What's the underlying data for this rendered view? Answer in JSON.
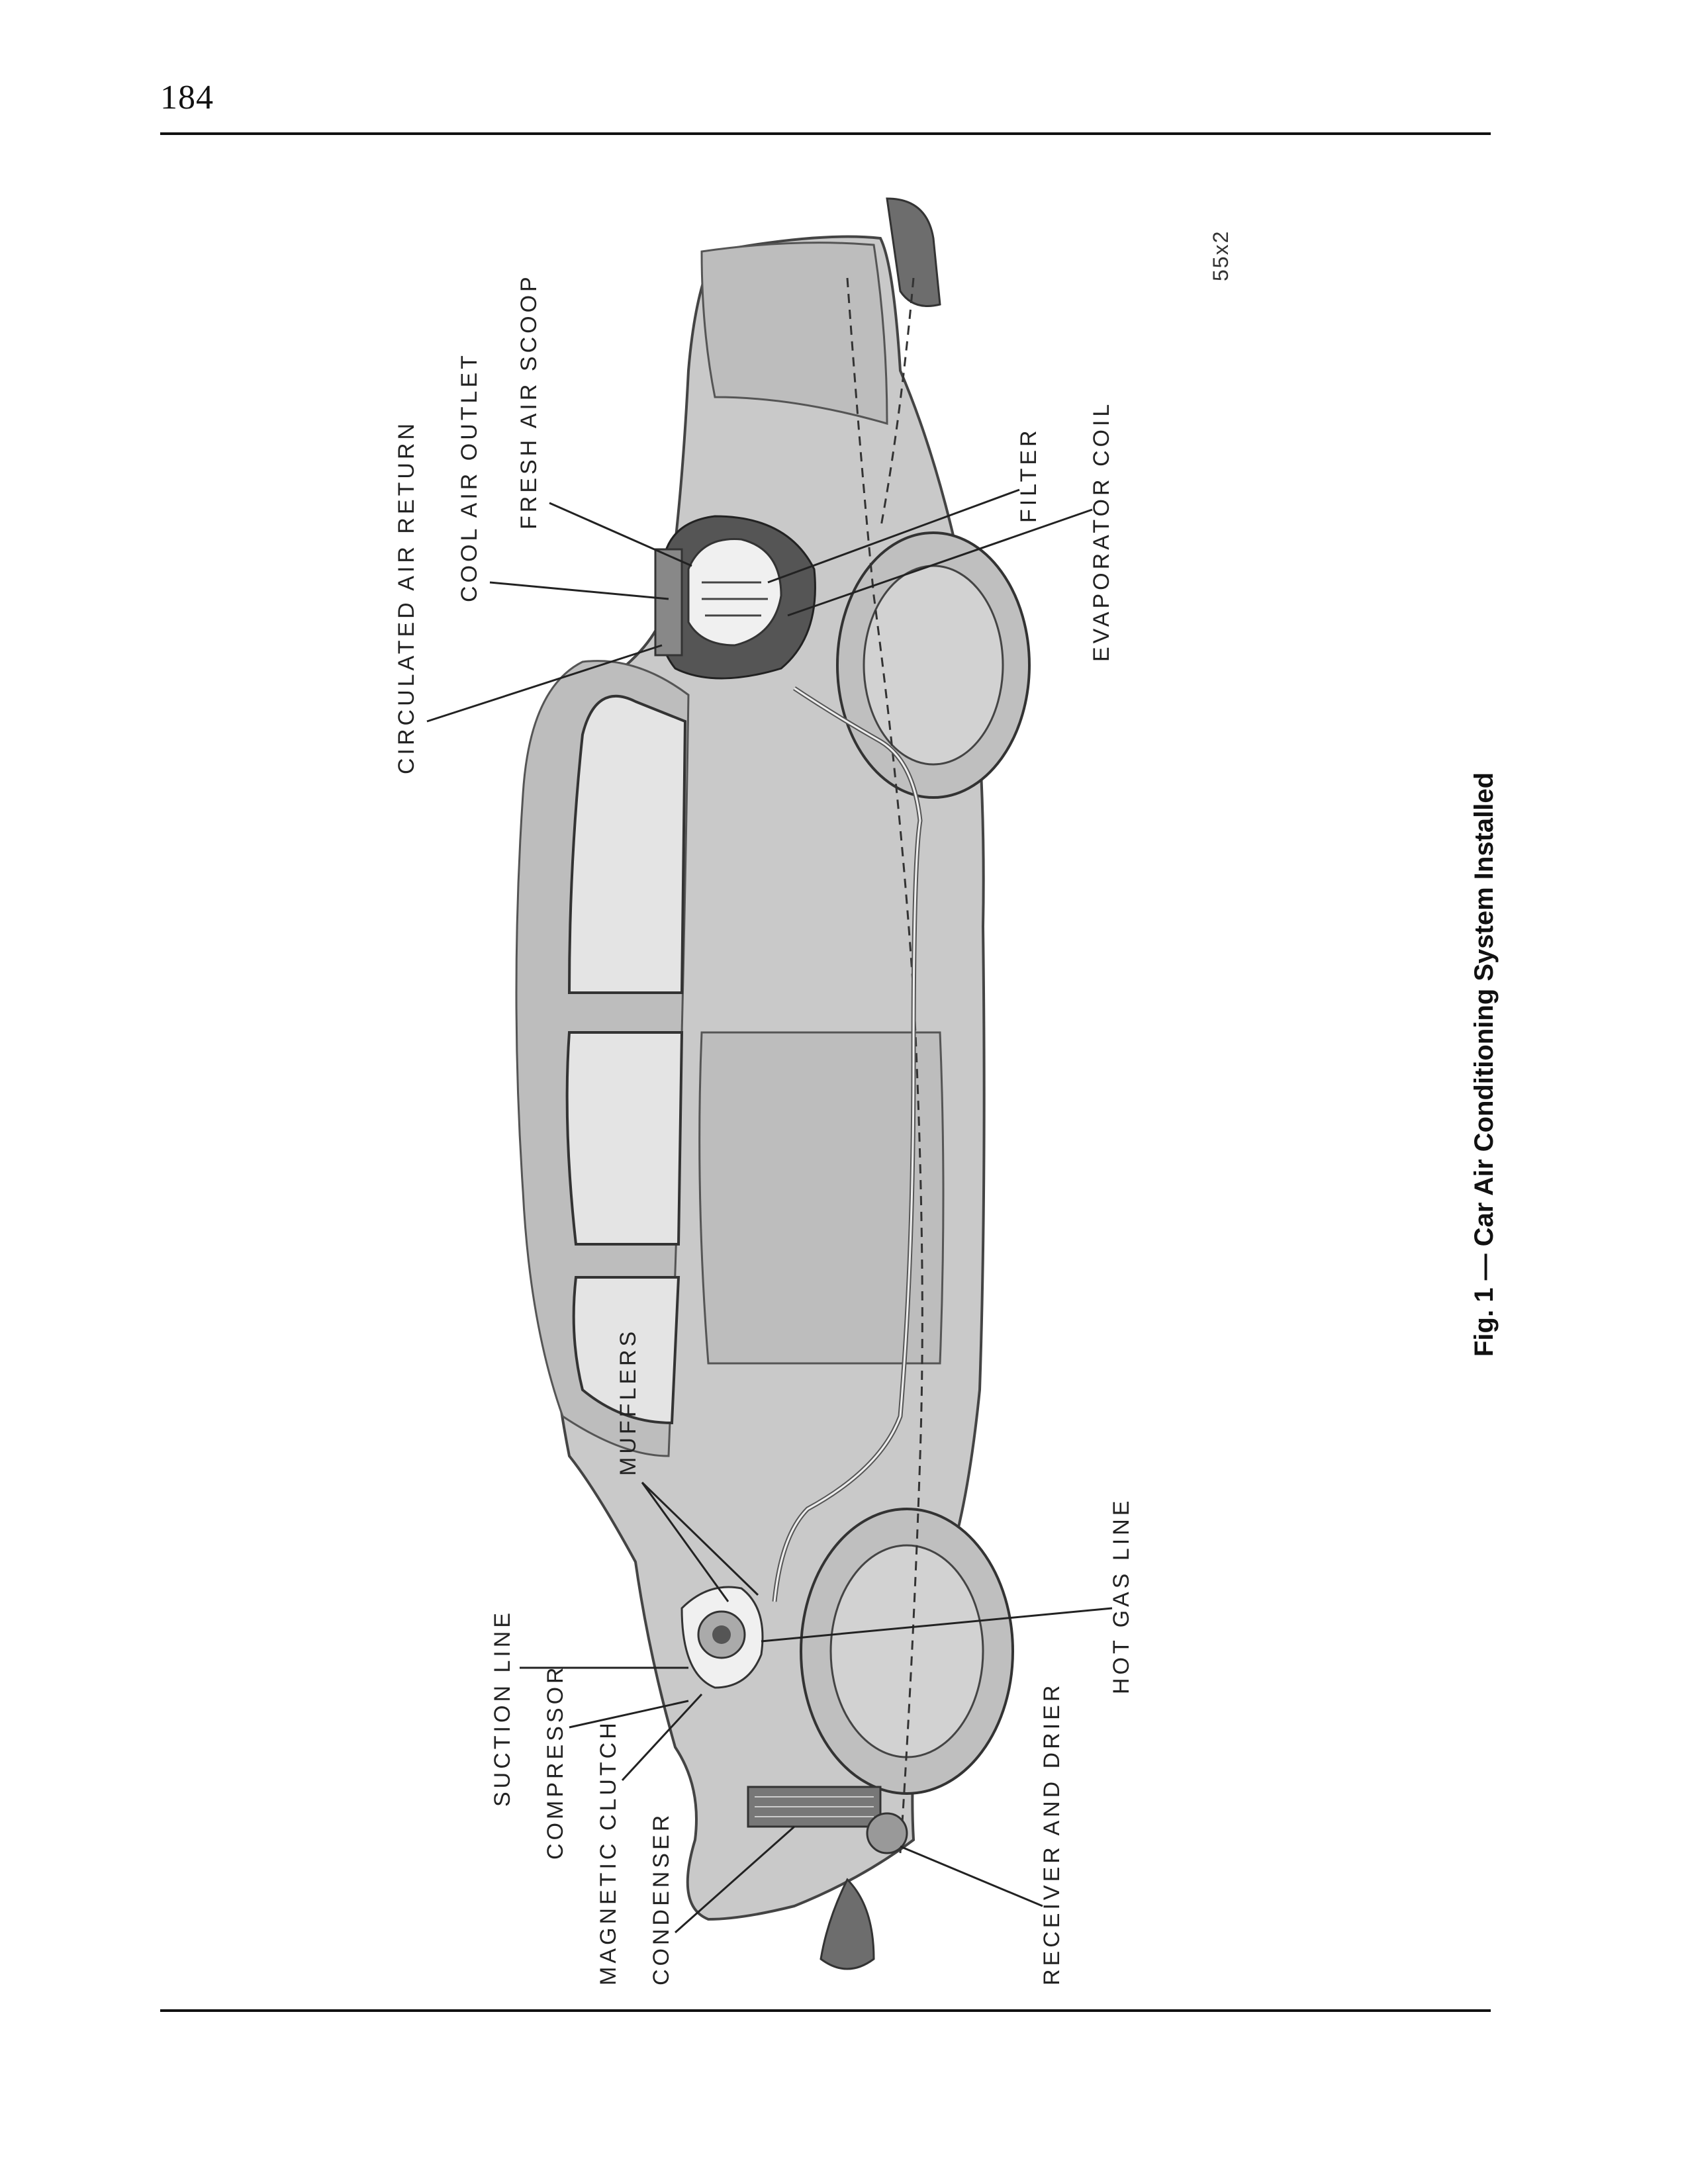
{
  "page": {
    "number": "184"
  },
  "figure": {
    "code": "55x2",
    "caption": "Fig. 1 — Car Air Conditioning System Installed",
    "labels": {
      "circulated_air_return": "CIRCULATED AIR RETURN",
      "cool_air_outlet": "COOL AIR OUTLET",
      "fresh_air_scoop": "FRESH AIR SCOOP",
      "filter": "FILTER",
      "evaporator_coil": "EVAPORATOR COIL",
      "mufflers": "MUFFLERS",
      "hot_gas_line": "HOT GAS LINE",
      "suction_line": "SUCTION LINE",
      "compressor": "COMPRESSOR",
      "magnetic_clutch": "MAGNETIC CLUTCH",
      "condenser": "CONDENSER",
      "receiver_and_drier": "RECEIVER AND DRIER"
    }
  }
}
